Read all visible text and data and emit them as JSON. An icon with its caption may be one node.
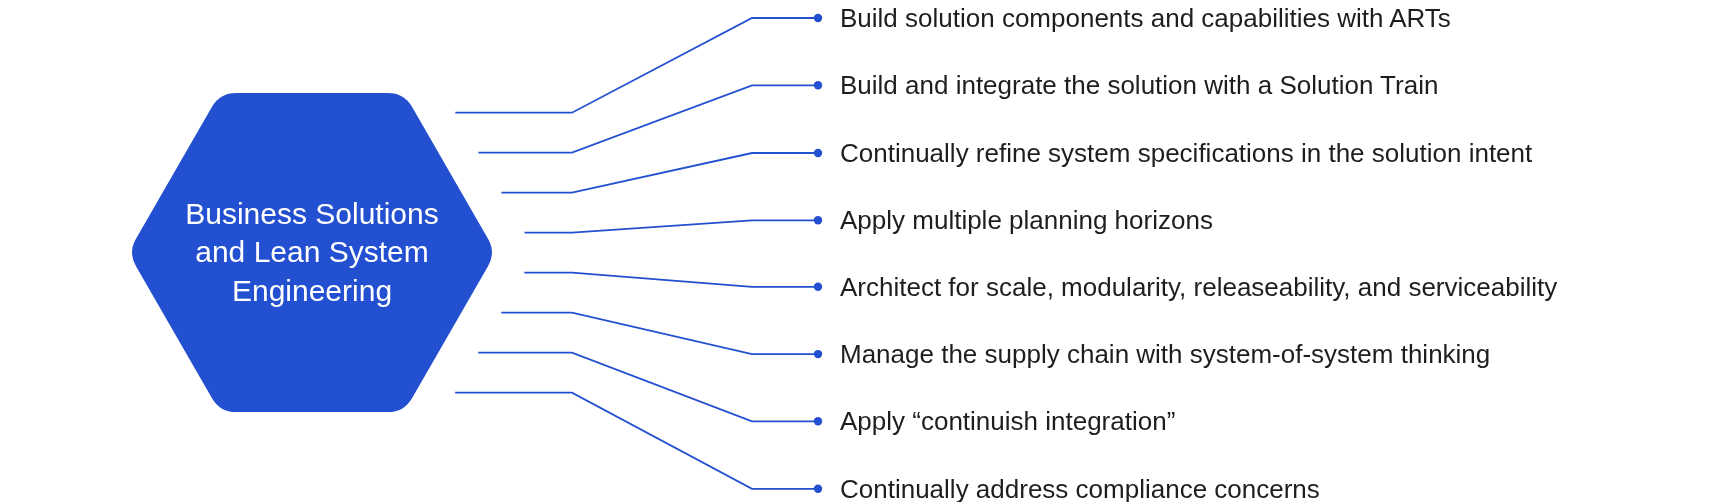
{
  "diagram": {
    "nodes": [
      {
        "text": [
          "Business Solutions and Lean System Engineering"
        ]
      },
      {
        "text": [
          "Build solution components and capabilities with ARTs"
        ]
      },
      {
        "text": [
          "Build and integrate the solution with a Solution Train"
        ]
      },
      {
        "text": [
          "Continually refine system specifications in the solution intent"
        ]
      },
      {
        "text": [
          "Apply multiple planning horizons"
        ]
      },
      {
        "text": [
          "Architect for scale, modularity, releaseability, and serviceability"
        ]
      },
      {
        "text": [
          "Manage the supply chain with system-of-system thinking"
        ]
      },
      {
        "text": [
          "Apply “continuish integration”"
        ]
      },
      {
        "text": [
          "Continually address compliance concerns"
        ]
      }
    ],
    "edges": [
      {
        "from": 0,
        "to": 1,
        "arrow": "other"
      },
      {
        "from": 0,
        "to": 2,
        "arrow": "other"
      },
      {
        "from": 0,
        "to": 3,
        "arrow": "other"
      },
      {
        "from": 0,
        "to": 4,
        "arrow": "other"
      },
      {
        "from": 0,
        "to": 5,
        "arrow": "other"
      },
      {
        "from": 0,
        "to": 6,
        "arrow": "other"
      },
      {
        "from": 0,
        "to": 7,
        "arrow": "other"
      },
      {
        "from": 0,
        "to": 8,
        "arrow": "other"
      }
    ]
  }
}
